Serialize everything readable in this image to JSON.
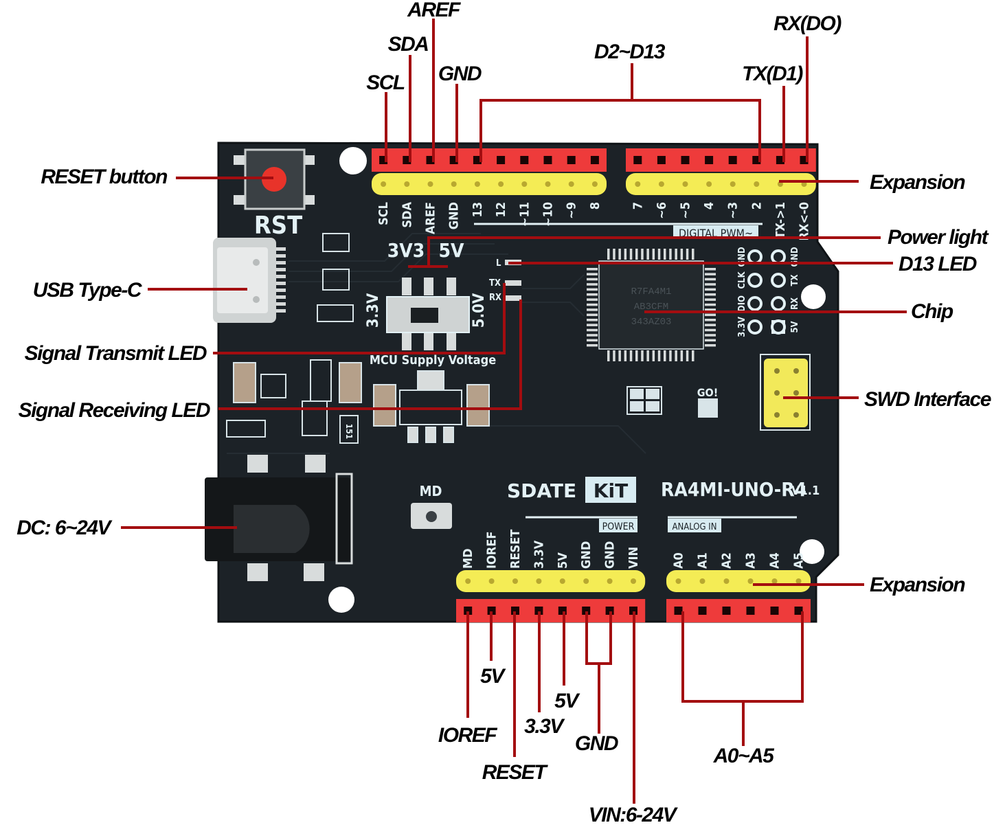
{
  "colors": {
    "pcb": "#1c2227",
    "leader": "#a30d10",
    "header_female": "#ee3b3b",
    "header_male": "#f4ec55",
    "silkscreen": "#e3f1f5",
    "label_text": "#000000"
  },
  "callouts": {
    "top": {
      "scl": "SCL",
      "sda": "SDA",
      "aref": "AREF",
      "gnd": "GND",
      "d2_d13": "D2~D13",
      "tx_d1": "TX(D1)",
      "rx_d0": "RX(DO)"
    },
    "left": {
      "reset_button": "RESET button",
      "usb_type_c": "USB Type-C",
      "signal_transmit_led": "Signal Transmit LED",
      "signal_receiving_led": "Signal Receiving LED",
      "dc_input": "DC: 6~24V"
    },
    "right": {
      "expansion_top": "Expansion",
      "power_light": "Power light",
      "d13_led": "D13 LED",
      "chip": "Chip",
      "swd_interface": "SWD Interface",
      "expansion_bottom": "Expansion"
    },
    "bottom": {
      "ioref": "IOREF",
      "five_v_a": "5V",
      "reset": "RESET",
      "three_v3": "3.3V",
      "five_v_b": "5V",
      "gnd": "GND",
      "vin": "VIN:6-24V",
      "a0_a5": "A0~A5"
    }
  },
  "board": {
    "brand_left": "SDATE",
    "brand_right": "KiT",
    "model": "RA4MI-UNO-R4",
    "version": "V1.1",
    "rst_label": "RST",
    "md_label": "MD",
    "go_label": "GO!",
    "switch_labels": {
      "left_top": "3V3",
      "right_top": "5V",
      "left_side": "3.3V",
      "right_side": "5.0V"
    },
    "mcu_supply_label": "MCU Supply Voltage",
    "led_labels": {
      "l": "L",
      "tx": "TX",
      "rx": "RX"
    },
    "chip_marking": [
      "R7FA4M1",
      "AB3CFM",
      "343AZ03"
    ],
    "resistor_marking": "151",
    "digital_section_label": "DIGITAL PWM~",
    "power_section_label": "POWER",
    "analog_section_label": "ANALOG IN",
    "top_left_pins": [
      "SCL",
      "SDA",
      "AREF",
      "GND",
      "13",
      "12",
      "~11",
      "~10",
      "~9",
      "8"
    ],
    "top_right_pins": [
      "7",
      "~6",
      "~5",
      "4",
      "~3",
      "2",
      "TX->1",
      "RX<-0"
    ],
    "power_pins": [
      "MD",
      "IOREF",
      "RESET",
      "3.3V",
      "5V",
      "GND",
      "GND",
      "VIN"
    ],
    "analog_pins": [
      "A0",
      "A1",
      "A2",
      "A3",
      "A4",
      "A5"
    ],
    "icsp_left_labels": [
      "GND",
      "CLK",
      "DIO",
      "3.3V"
    ],
    "icsp_right_labels": [
      "GND",
      "TX",
      "RX",
      "5V"
    ]
  }
}
